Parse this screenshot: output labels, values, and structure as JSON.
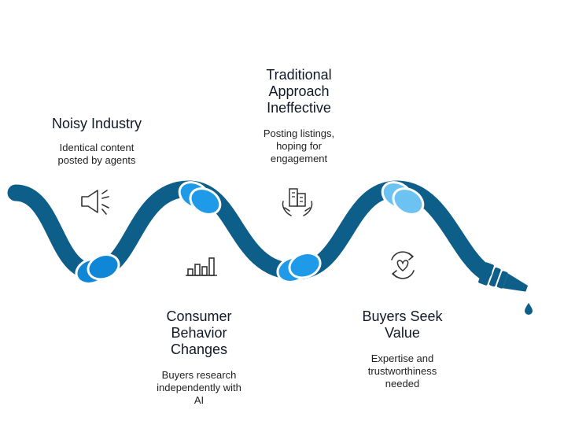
{
  "colors": {
    "hose": "#0e5e8a",
    "knot_dark": "#0f86d6",
    "knot_mid": "#1f9ae8",
    "knot_light": "#6cc3f2",
    "knot_outline": "#ffffff",
    "icon_stroke": "#333333"
  },
  "stages": [
    {
      "title": "Noisy Industry",
      "description": "Identical content\nposted by agents",
      "icon": "megaphone-icon"
    },
    {
      "title": "Consumer\nBehavior\nChanges",
      "description": "Buyers research\nindependently with\nAI",
      "icon": "bar-chart-icon"
    },
    {
      "title": "Traditional\nApproach\nIneffective",
      "description": "Posting listings,\nhoping for\nengagement",
      "icon": "hands-building-icon"
    },
    {
      "title": "Buyers Seek\nValue",
      "description": "Expertise and\ntrustworthiness\nneeded",
      "icon": "heart-refresh-icon"
    }
  ]
}
